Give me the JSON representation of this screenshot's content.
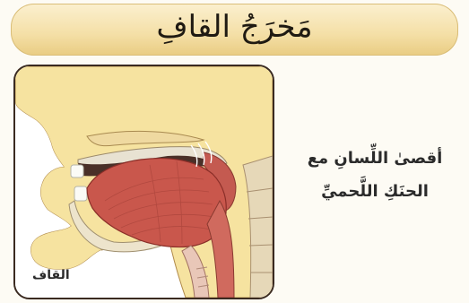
{
  "header": {
    "title": "مَخرَجُ القافِ"
  },
  "figure": {
    "label": "القاف"
  },
  "description": {
    "line1": "أقصىٰ اللِّسانِ مع",
    "line2": "الحنَكِ اللَّحميِّ"
  },
  "colors": {
    "banner": "#f4dfa6",
    "skin": "#f6e3a0",
    "tongue": "#c9574c",
    "frame": "#3a2a20"
  }
}
